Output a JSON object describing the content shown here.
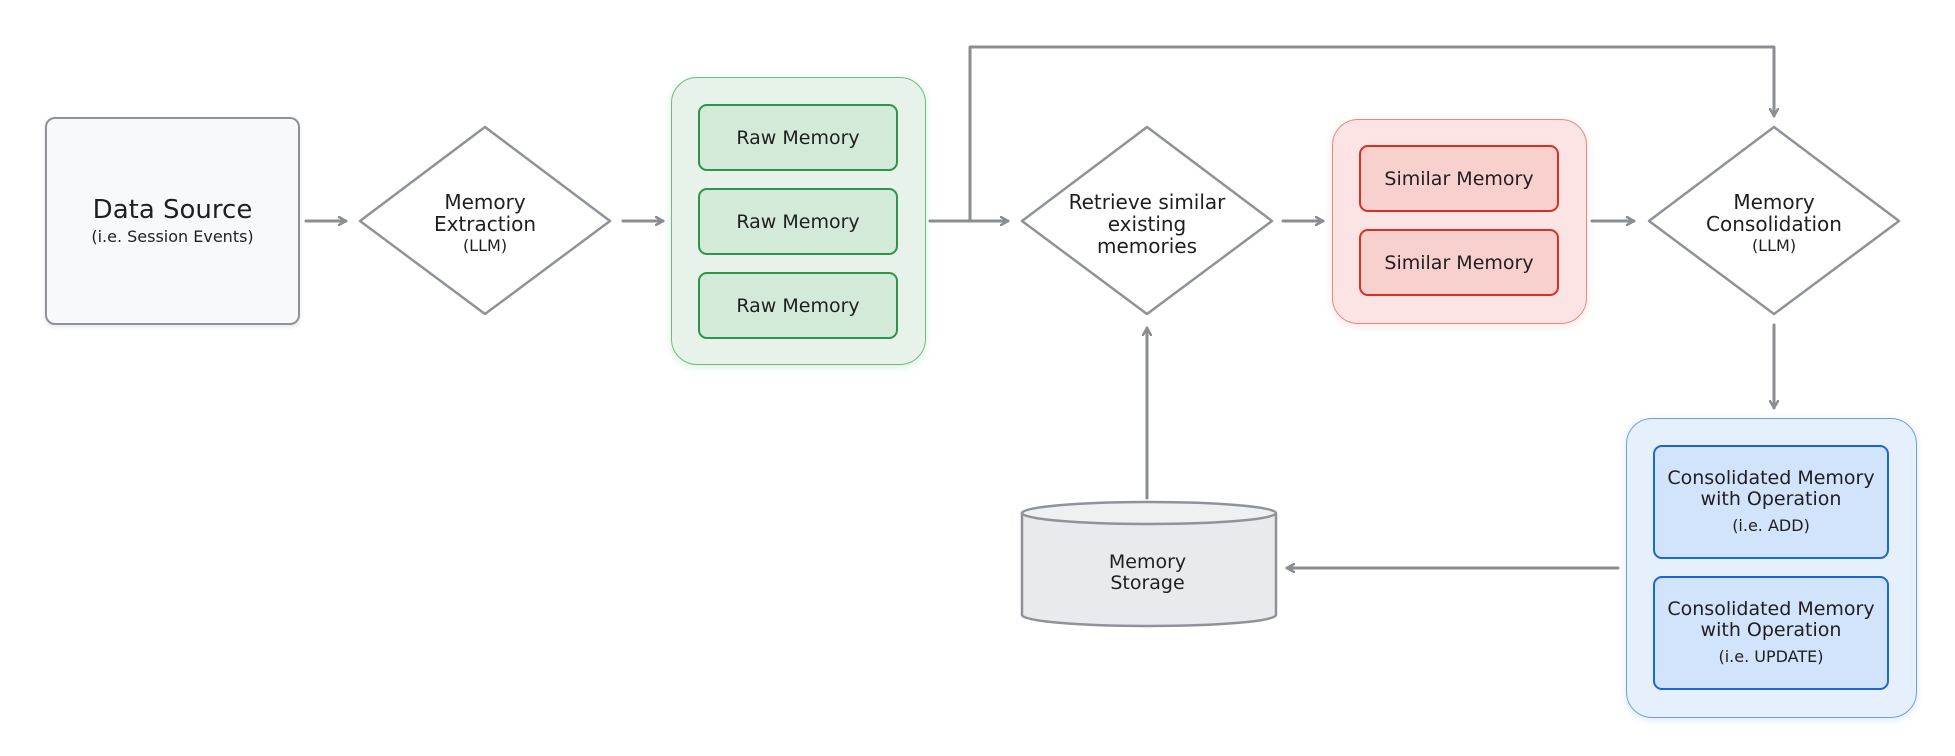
{
  "data_source": {
    "title": "Data Source",
    "subtitle": "(i.e. Session Events)"
  },
  "memory_extraction": {
    "title_line1": "Memory",
    "title_line2": "Extraction",
    "subtitle": "(LLM)"
  },
  "raw_memories": [
    "Raw Memory",
    "Raw Memory",
    "Raw Memory"
  ],
  "retrieve": {
    "line1": "Retrieve similar",
    "line2": "existing",
    "line3": "memories"
  },
  "similar_memories": [
    "Similar Memory",
    "Similar Memory"
  ],
  "memory_consolidation": {
    "title_line1": "Memory",
    "title_line2": "Consolidation",
    "subtitle": "(LLM)"
  },
  "memory_storage": {
    "line1": "Memory",
    "line2": "Storage"
  },
  "consolidated": [
    {
      "line1": "Consolidated Memory",
      "line2": "with Operation",
      "operation": "(i.e. ADD)"
    },
    {
      "line1": "Consolidated Memory",
      "line2": "with Operation",
      "operation": "(i.e. UPDATE)"
    }
  ],
  "colors": {
    "arrow": "#8a8d91",
    "green_group": "#e7f3ea",
    "green_border": "#2e9448",
    "red_group": "#fbe4e3",
    "red_border": "#d93025",
    "blue_group": "#e6effc",
    "blue_border": "#1a68d4",
    "storage_fill": "#e8eaed"
  }
}
